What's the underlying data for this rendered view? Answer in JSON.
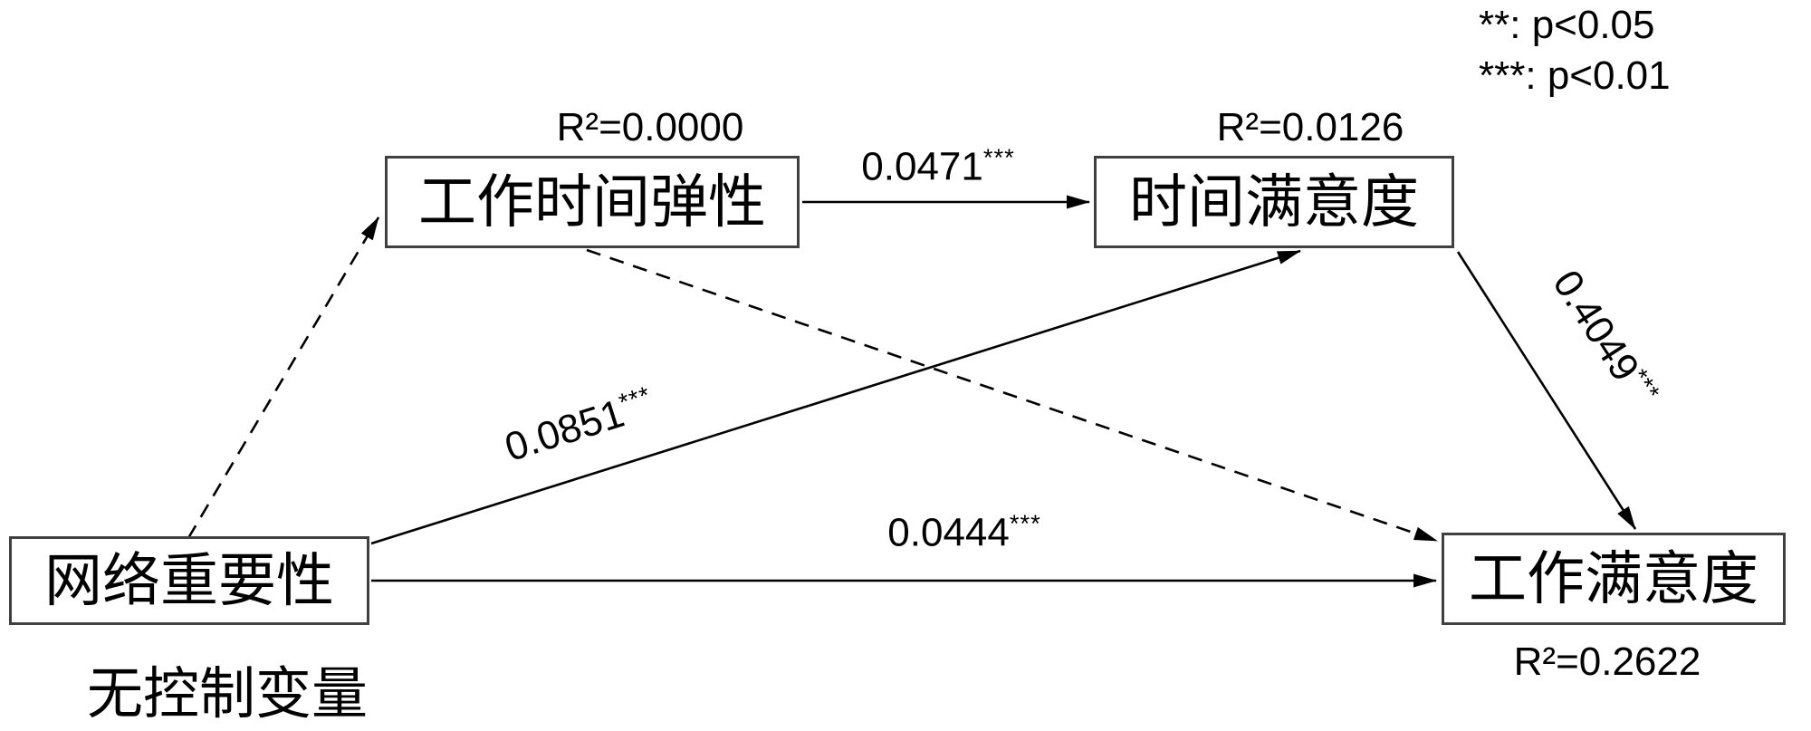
{
  "legend": {
    "line1": "**: p<0.05",
    "line2": "***: p<0.01"
  },
  "nodes": {
    "network": {
      "label": "网络重要性"
    },
    "flexibility": {
      "label": "工作时间弹性",
      "r2": "R²=0.0000"
    },
    "time": {
      "label": "时间满意度",
      "r2": "R²=0.0126"
    },
    "job": {
      "label": "工作满意度",
      "r2": "R²=0.2622"
    }
  },
  "paths": {
    "flex_to_time": {
      "coef": "0.0471",
      "stars": "***",
      "line": "solid"
    },
    "network_to_time": {
      "coef": "0.0851",
      "stars": "***",
      "line": "solid"
    },
    "network_to_job": {
      "coef": "0.0444",
      "stars": "***",
      "line": "solid"
    },
    "time_to_job": {
      "coef": "0.4049",
      "stars": "***",
      "line": "solid"
    },
    "network_to_flex": {
      "line": "dashed"
    },
    "flex_to_job": {
      "line": "dashed"
    }
  },
  "note": "无控制变量",
  "colors": {
    "line": "#000000",
    "box_border": "#404040",
    "text": "#000000",
    "background": "#ffffff"
  }
}
